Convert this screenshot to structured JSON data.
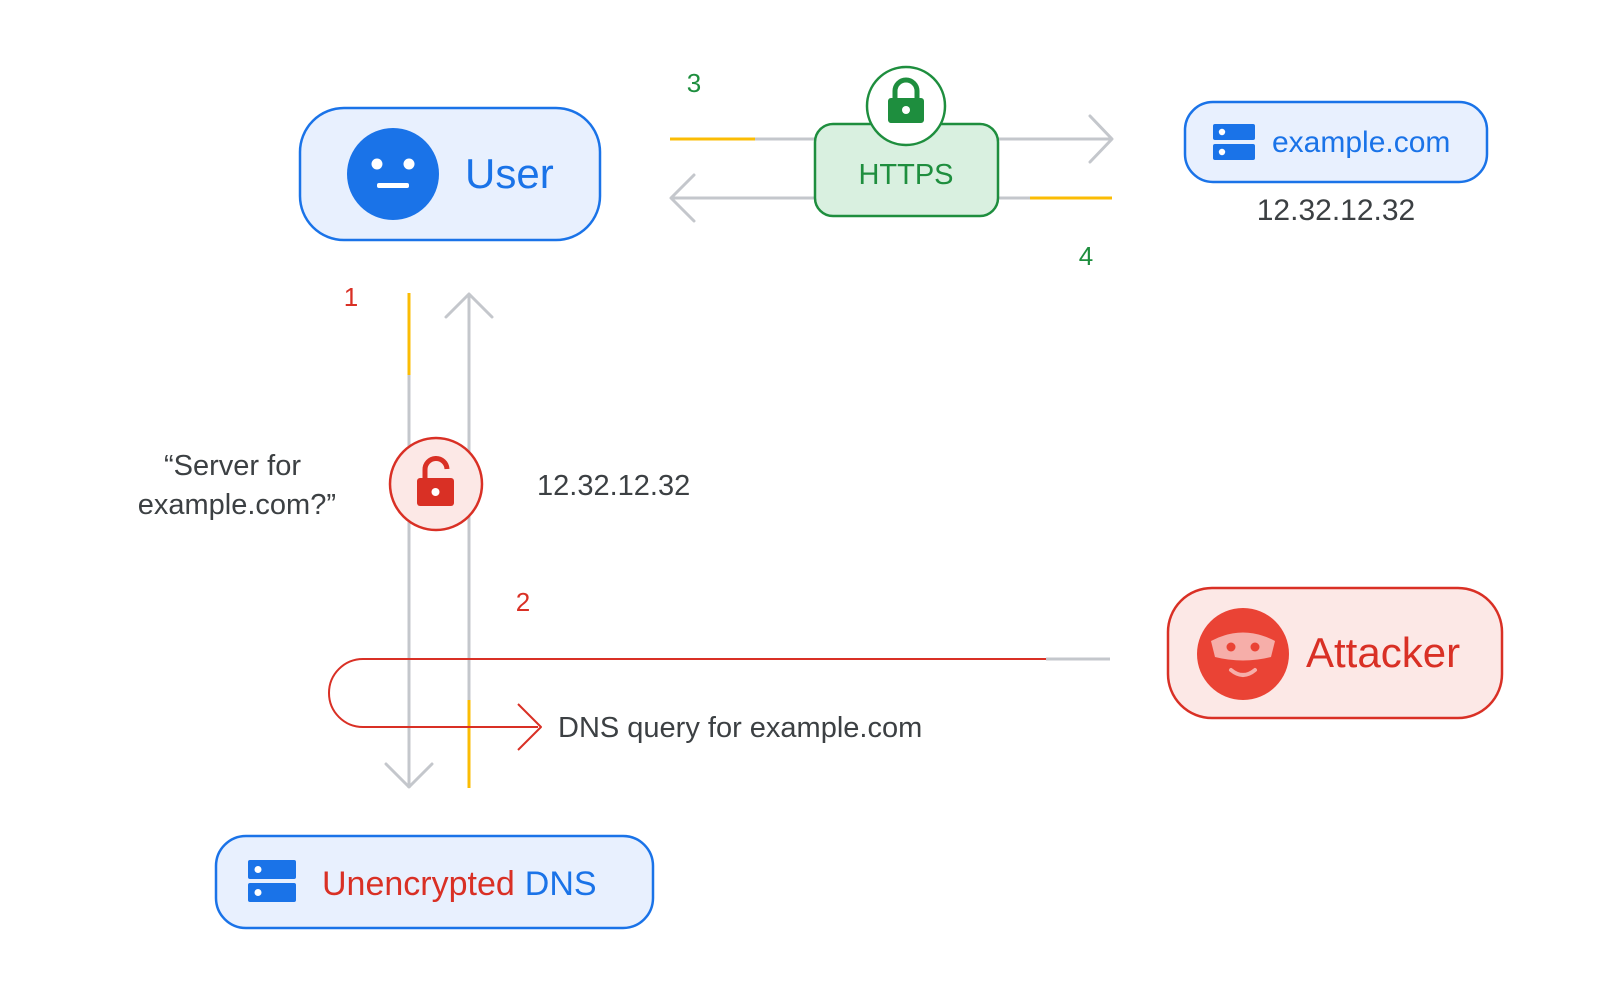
{
  "nodes": {
    "user": {
      "label": "User"
    },
    "site": {
      "label": "example.com",
      "ip": "12.32.12.32"
    },
    "https": {
      "label": "HTTPS"
    },
    "dns": {
      "label_part1": "Unencrypted",
      "label_part2": "DNS"
    },
    "attacker": {
      "label": "Attacker"
    }
  },
  "steps": {
    "s1": "1",
    "s2": "2",
    "s3": "3",
    "s4": "4"
  },
  "labels": {
    "query_line1": "“Server for",
    "query_line2": "example.com?”",
    "response_ip": "12.32.12.32",
    "dns_query": "DNS query for example.com"
  },
  "colors": {
    "blue": "#1a73e8",
    "green": "#1e8e3e",
    "red": "#d93025",
    "yellow": "#fbbc04",
    "grey": "#c4c7cc"
  }
}
